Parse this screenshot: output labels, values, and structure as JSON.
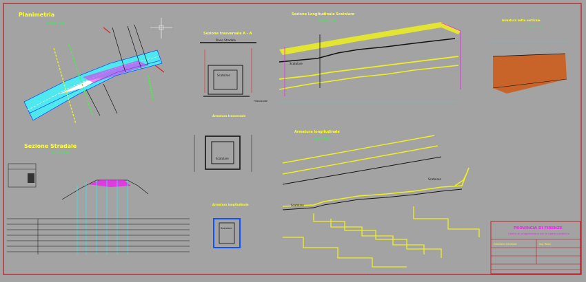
{
  "colors": {
    "background": "#a3a3a3",
    "frame": "#c0141e",
    "title": "#ffff33",
    "subtitle": "#22ff44",
    "cyan": "#33e6ee",
    "magenta": "#ee22ee",
    "yellow": "#f0f020",
    "red": "#dd2020",
    "orange": "#c8642a"
  },
  "views": {
    "planimetria": {
      "title": "Planimetria",
      "scale": "SCALA 1:500"
    },
    "sezione_stradale": {
      "title": "Sezione Stradale",
      "scale": "SCALA 1:200"
    },
    "sezione_trasversale": {
      "title": "Sezione trasversale    A - A",
      "road_label": "Piano Stradale",
      "culvert_label": "Scatolare",
      "base_label": "FONDAZIONE"
    },
    "armatura_trasversale": {
      "title": "Armatura trasversale",
      "label": "Scatolare"
    },
    "armatura_longitudinale": {
      "title": "Armatura longitudinale",
      "label": "Scatolare"
    },
    "sezione_longitudinale_top": {
      "title": "Sezione Longitudinale Scatolare",
      "scale": "SCALA 1:100",
      "label": "Scatolare"
    },
    "sezione_longitudinale_bottom": {
      "title": "Armatura longitudinale",
      "scale": "SCALA 1:50",
      "label_right": "Scatolare",
      "label_left": "Scatolare"
    },
    "armatura_verticale": {
      "title": "Armatura setto verticale",
      "scale": "SCALA 1:20"
    }
  },
  "title_block": {
    "org": "PROVINCIA DI FIRENZE",
    "dept": "Centro di progettazione per le opere pubbliche",
    "left_label": "Direzione Generale",
    "right_label": "Ing. Rossi"
  }
}
